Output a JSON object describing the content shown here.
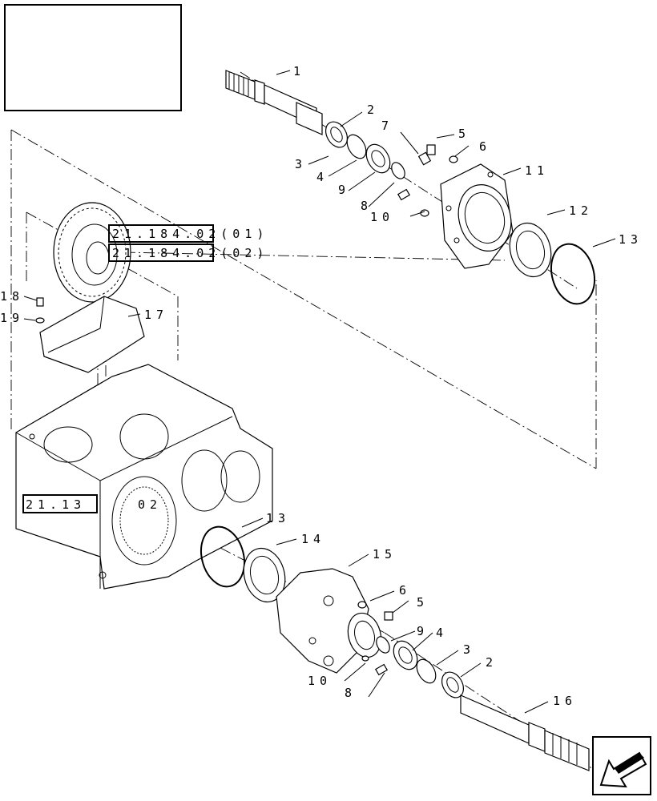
{
  "callouts": {
    "c1": "1",
    "c2_top": "2",
    "c3_top": "3",
    "c4_top": "4",
    "c5_top": "5",
    "c6_top": "6",
    "c7": "7",
    "c8_top": "8",
    "c9_top": "9",
    "c10_top": "10",
    "c11": "11",
    "c12": "12",
    "c13_top": "13",
    "c13_bottom": "13",
    "c14": "14",
    "c15": "15",
    "c16": "16",
    "c17": "17",
    "c18": "18",
    "c19": "19",
    "c2_bottom": "2",
    "c3_bottom": "3",
    "c4_bottom": "4",
    "c5_bottom": "5",
    "c6_bottom": "6",
    "c8_bottom": "8",
    "c9_bottom": "9",
    "c10_bottom": "10"
  },
  "references": {
    "ref_a": "21.184.02(01)",
    "ref_b": "21.184.02(02)",
    "ref_c": "21.13",
    "ref_c_suffix": "02"
  },
  "nav_icon": "arrow-down-left-icon"
}
